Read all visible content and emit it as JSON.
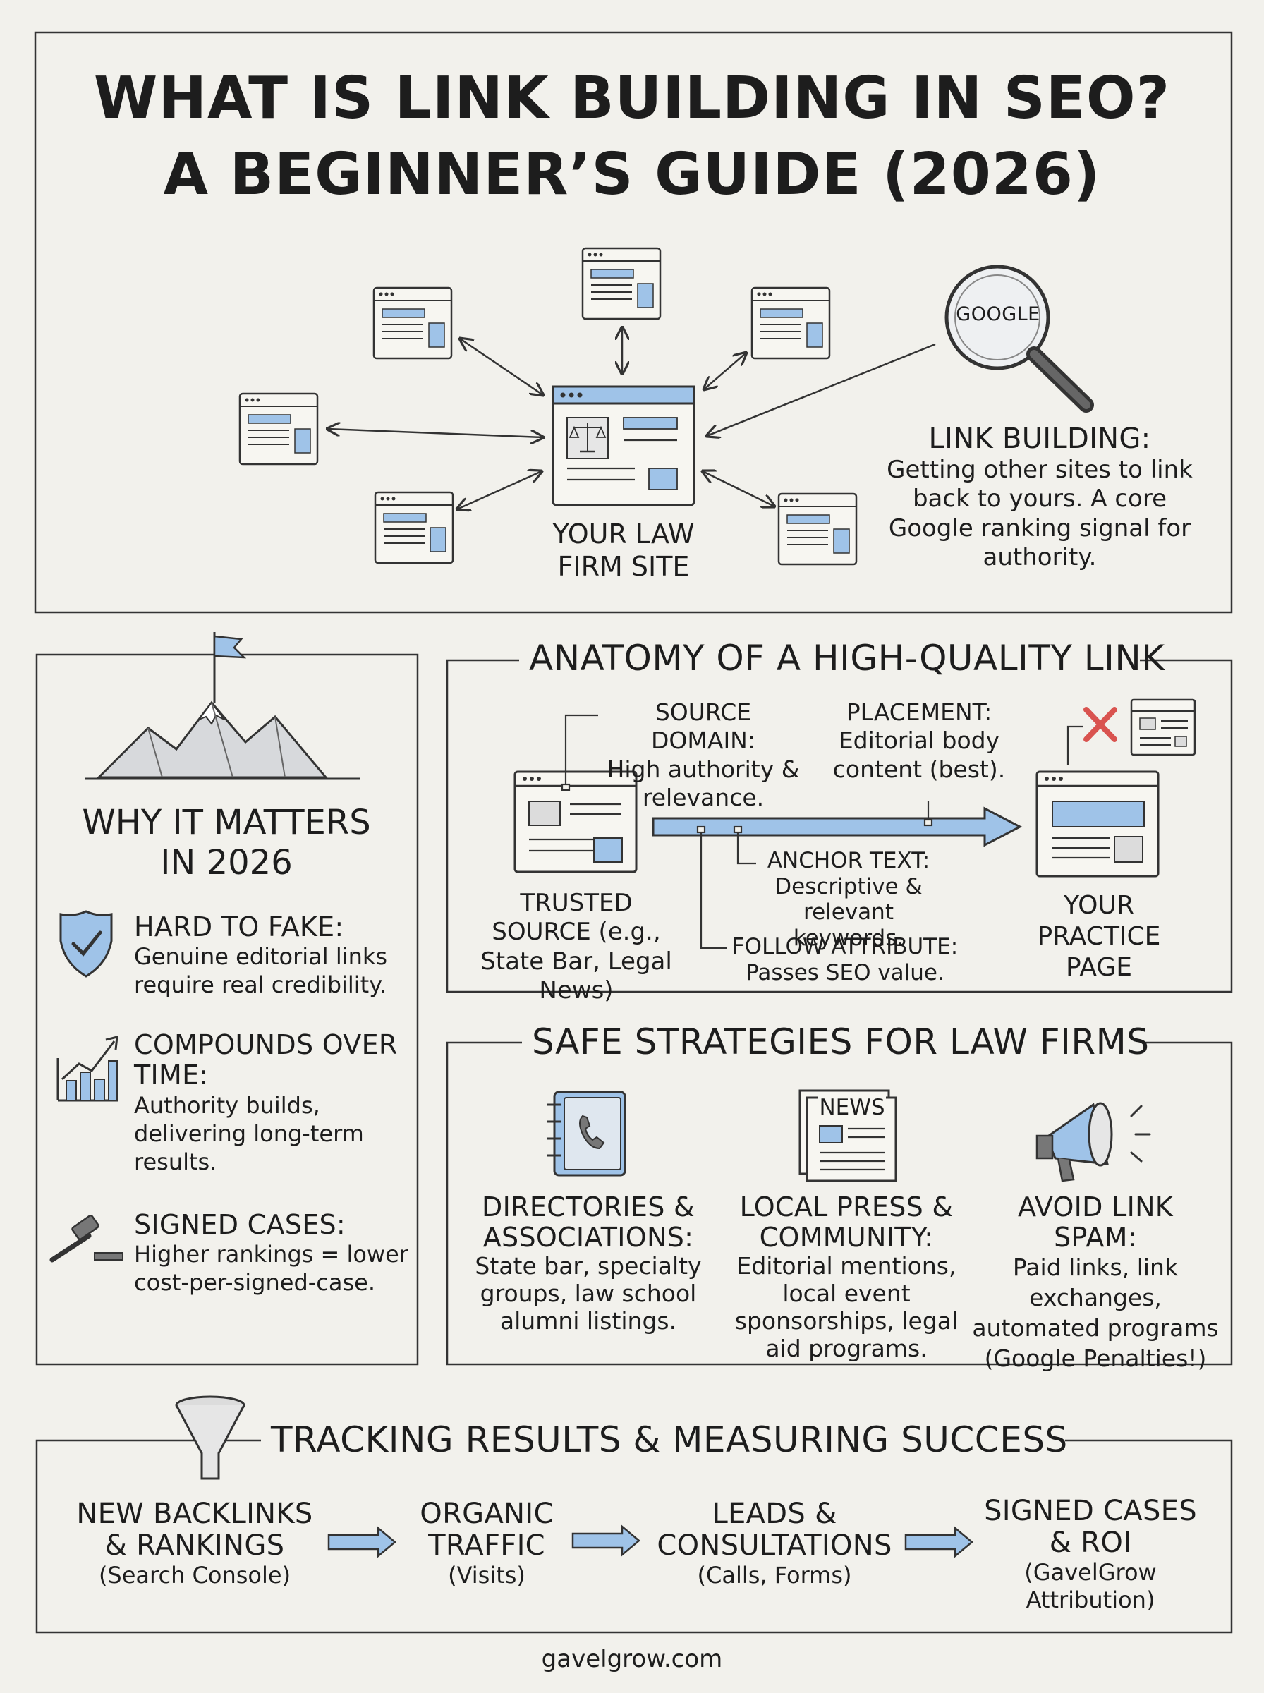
{
  "title": {
    "line1": "WHAT IS LINK BUILDING IN SEO?",
    "line2": "A BEGINNER’S GUIDE (2026)"
  },
  "hub": {
    "center_label": "YOUR LAW FIRM SITE",
    "google_label": "GOOGLE",
    "definition_heading": "LINK BUILDING:",
    "definition_text": "Getting other sites to link back to yours. A core Google ranking signal for authority."
  },
  "why": {
    "title": "WHY IT MATTERS IN 2026",
    "items": [
      {
        "icon": "shield-check-icon",
        "heading": "HARD TO FAKE:",
        "text": "Genuine editorial links require real credibility."
      },
      {
        "icon": "growth-chart-icon",
        "heading": "COMPOUNDS OVER TIME:",
        "text": "Authority builds, delivering long-term results."
      },
      {
        "icon": "gavel-icon",
        "heading": "SIGNED CASES:",
        "text": "Higher rankings = lower cost-per-signed-case."
      }
    ]
  },
  "anatomy": {
    "title": "ANATOMY OF A HIGH-QUALITY LINK",
    "source_domain": {
      "heading": "SOURCE DOMAIN:",
      "text": "High authority & relevance."
    },
    "placement": {
      "heading": "PLACEMENT:",
      "text": "Editorial body content (best)."
    },
    "anchor_text": {
      "heading": "ANCHOR TEXT:",
      "text": "Descriptive & relevant keywords."
    },
    "follow_attribute": {
      "heading": "FOLLOW ATTRIBUTE:",
      "text": "Passes SEO value."
    },
    "trusted_source": "TRUSTED SOURCE (e.g., State Bar, Legal News)",
    "practice_page": "YOUR PRACTICE PAGE"
  },
  "strategies": {
    "title": "SAFE STRATEGIES FOR LAW FIRMS",
    "items": [
      {
        "icon": "address-book-icon",
        "heading": "DIRECTORIES & ASSOCIATIONS:",
        "text": "State bar, specialty groups, law school alumni listings."
      },
      {
        "icon": "newspaper-icon",
        "badge": "NEWS",
        "heading": "LOCAL PRESS & COMMUNITY:",
        "text": "Editorial mentions, local event sponsorships, legal aid programs."
      },
      {
        "icon": "megaphone-icon",
        "heading": "AVOID LINK SPAM:",
        "text": "Paid links, link exchanges, automated programs (Google Penalties!)"
      }
    ]
  },
  "tracking": {
    "title": "TRACKING RESULTS & MEASURING SUCCESS",
    "steps": [
      {
        "heading": "NEW BACKLINKS & RANKINGS",
        "sub": "(Search Console)"
      },
      {
        "heading": "ORGANIC TRAFFIC",
        "sub": "(Visits)"
      },
      {
        "heading": "LEADS & CONSULTATIONS",
        "sub": "(Calls, Forms)"
      },
      {
        "heading": "SIGNED CASES & ROI",
        "sub": "(GavelGrow Attribution)"
      }
    ]
  },
  "footer": {
    "url": "gavelgrow.com"
  },
  "colors": {
    "accent_blue": "#9fc3e8",
    "ink": "#1d1d1d",
    "paper": "#f2f1ec",
    "warning_red": "#d9534f"
  }
}
